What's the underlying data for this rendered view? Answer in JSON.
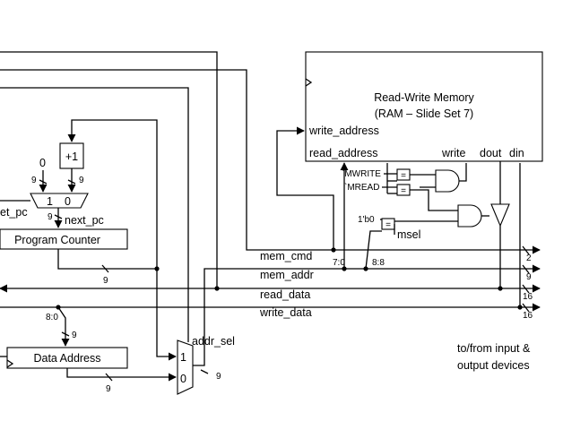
{
  "memory": {
    "title": "Read-Write Memory",
    "subtitle": "(RAM – Slide Set 7)",
    "write_address": "write_address",
    "read_address": "read_address",
    "write": "write",
    "dout": "dout",
    "din": "din"
  },
  "control": {
    "mwrite": "`MWRITE",
    "mread": "`MREAD",
    "zero_bit": "1'b0",
    "eq": "=",
    "msel": "msel"
  },
  "signals": {
    "mem_cmd": "mem_cmd",
    "mem_addr": "mem_addr",
    "read_data": "read_data",
    "write_data": "write_data"
  },
  "widths": {
    "two": "2",
    "nine": "9",
    "sixteen": "16",
    "slice_7_0": "7:0",
    "slice_8_8": "8:8",
    "slice_8_0": "8:0"
  },
  "pc": {
    "plus_one": "+1",
    "zero": "0",
    "mux_in1": "1",
    "mux_in0": "0",
    "next_pc": "next_pc",
    "reset_pc": "et_pc",
    "label": "Program Counter"
  },
  "data_address": {
    "label": "Data Address"
  },
  "addr_mux": {
    "sel": "addr_sel",
    "in1": "1",
    "in0": "0"
  },
  "io_note": {
    "line1": "to/from input &",
    "line2": "output devices"
  }
}
